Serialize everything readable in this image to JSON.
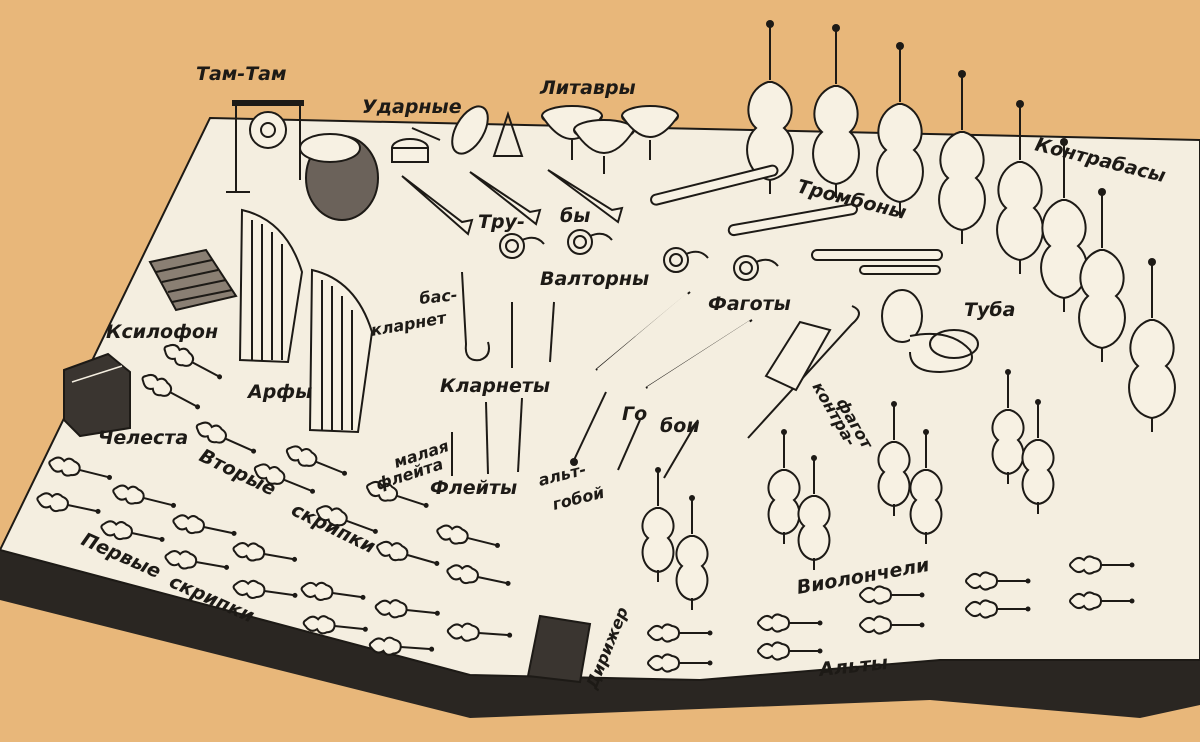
{
  "colors": {
    "background": "#e8b77a",
    "stage_top": "#f4eee0",
    "stage_side": "#2a2622",
    "ink": "#1d1a16"
  },
  "labels": {
    "tam_tam": "Там-Там",
    "percussion": "Ударные",
    "timpani": "Литавры",
    "double_basses": "Контрабасы",
    "trumpets_1": "Тру-",
    "trumpets_2": "бы",
    "trombones": "Тромбоны",
    "horns": "Валторны",
    "xylophone": "Ксилофон",
    "bass_clarinet_1": "бас-",
    "bass_clarinet_2": "кларнет",
    "bassoons": "Фаготы",
    "tuba": "Туба",
    "harps": "Арфы",
    "clarinets": "Кларнеты",
    "contrabassoon_1": "контра-",
    "contrabassoon_2": "фагот",
    "celesta": "Челеста",
    "piccolo_1": "малая",
    "piccolo_2": "флейта",
    "oboes_1": "Го",
    "oboes_2": "бои",
    "second_violins_1": "Вторые",
    "second_violins_2": "скрипки",
    "flutes": "Флейты",
    "english_horn_1": "альт-",
    "english_horn_2": "гобой",
    "cellos": "Виолончели",
    "first_violins_1": "Первые",
    "first_violins_2": "скрипки",
    "conductor": "Дирижер",
    "violas": "Альты"
  }
}
